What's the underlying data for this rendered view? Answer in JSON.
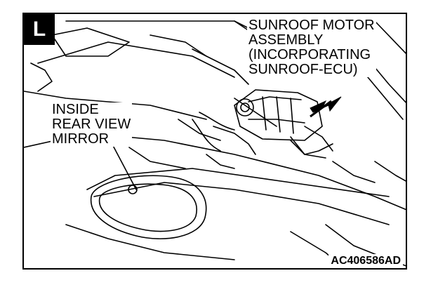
{
  "figure": {
    "badge": "L",
    "callouts": {
      "sunroof_motor": [
        "SUNROOF MOTOR",
        "ASSEMBLY",
        "(INCORPORATING",
        "SUNROOF-ECU)"
      ],
      "inside_mirror": [
        "INSIDE",
        "REAR VIEW",
        "MIRROR"
      ]
    },
    "figure_code": "AC406586AD"
  }
}
